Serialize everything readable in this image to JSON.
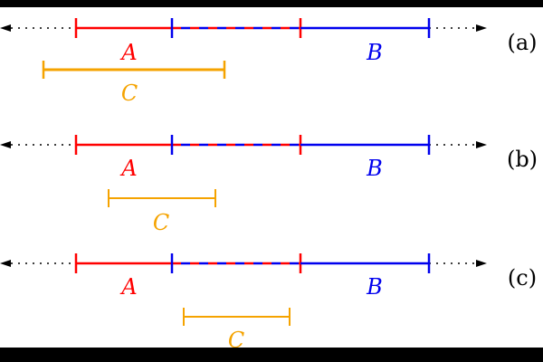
{
  "colors": {
    "background": "#ffffff",
    "frame": "#000000",
    "a_color": "#ff0000",
    "b_color": "#0000ee",
    "c_color": "#f5a300",
    "axis_color": "#000000"
  },
  "panels": [
    {
      "label": "(a)",
      "a_label": "A",
      "b_label": "B",
      "c_label": "C"
    },
    {
      "label": "(b)",
      "a_label": "A",
      "b_label": "B",
      "c_label": "C"
    },
    {
      "label": "(c)",
      "a_label": "A",
      "b_label": "B",
      "c_label": "C"
    }
  ]
}
